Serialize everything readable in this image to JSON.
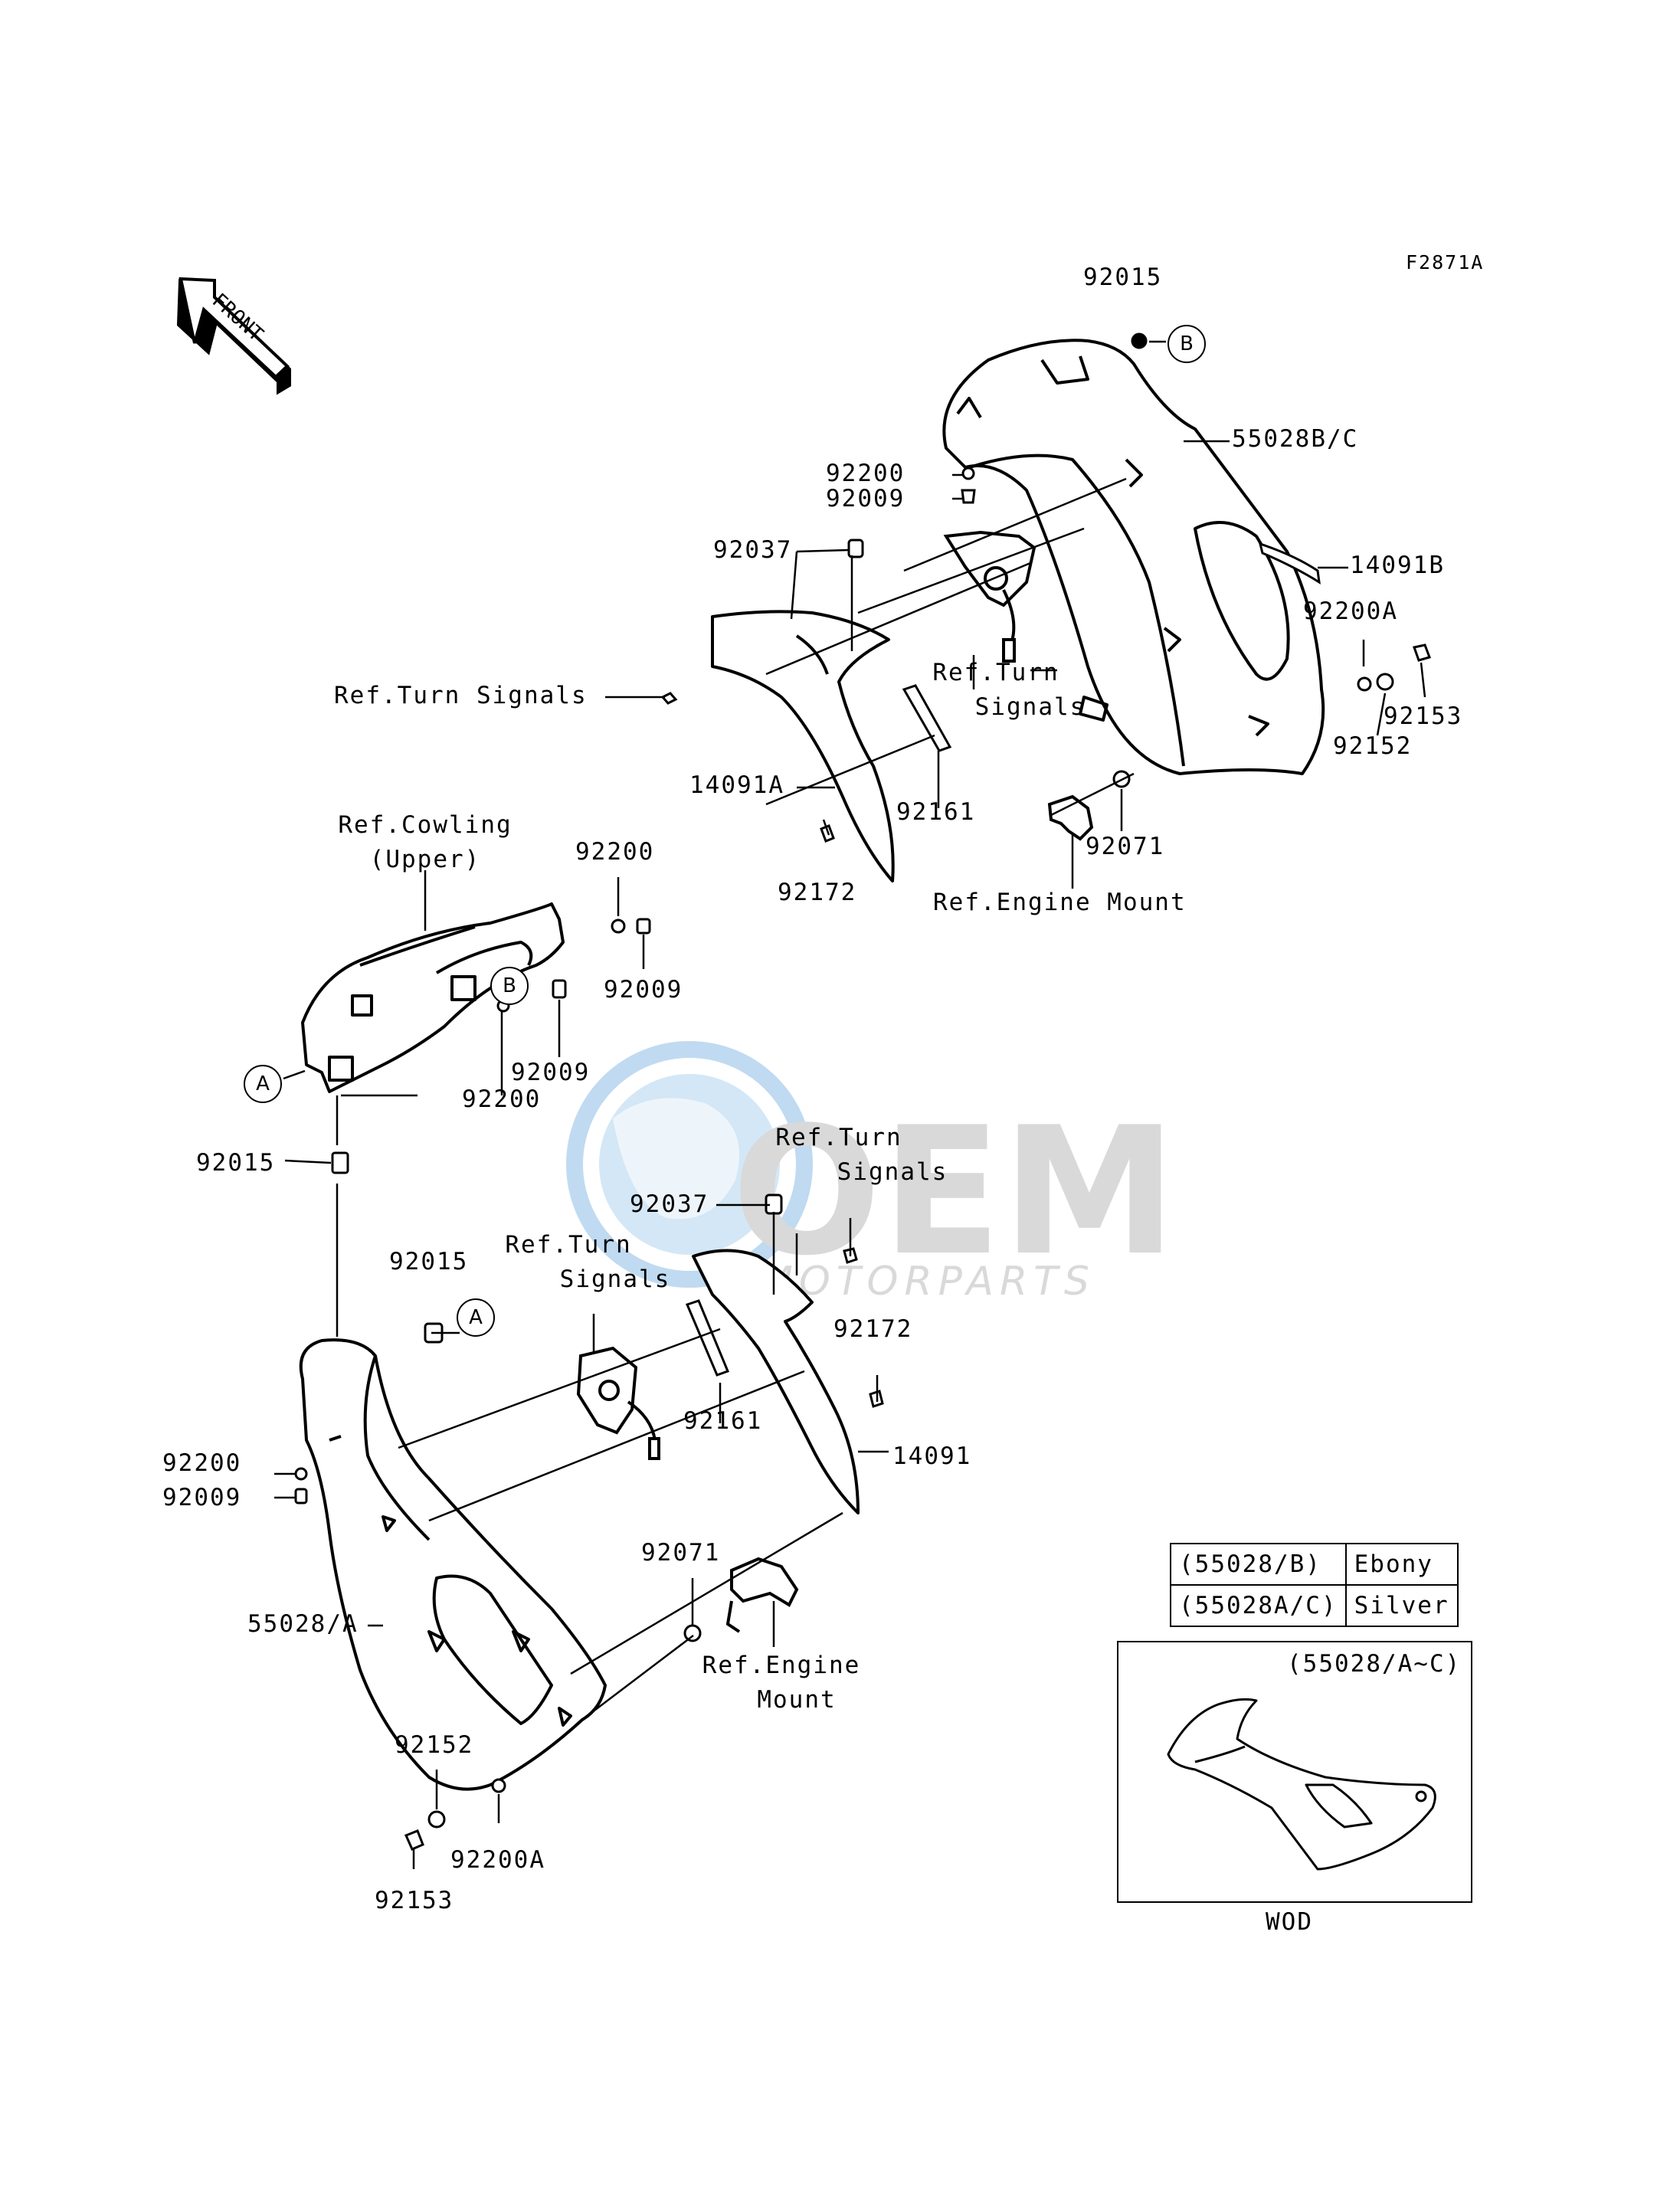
{
  "figure_code": "F2871A",
  "front_arrow_label": "FRONT",
  "callouts": {
    "p1": "92015",
    "p2": "55028B/C",
    "p3": "92200",
    "p4": "92009",
    "p5": "92037",
    "p6": "14091B",
    "p7": "92200A",
    "p8": "92153",
    "p9": "92152",
    "p10": "Ref.Turn Signals",
    "p11": "Ref.Turn",
    "p12": "Signals",
    "p13": "14091A",
    "p14": "92161",
    "p15": "92071",
    "p16": "92172",
    "p17": "Ref.Engine Mount",
    "p18": "Ref.Cowling",
    "p19": "(Upper)",
    "p20": "92200",
    "p21": "92009",
    "p22": "92009",
    "p23": "92200",
    "p24": "92015",
    "p25": "Ref.Turn",
    "p26": "Signals",
    "p27": "92037",
    "p28": "Ref.Turn",
    "p29": "Signals",
    "p30": "92015",
    "p31": "92172",
    "p32": "92161",
    "p33": "14091",
    "p34": "92200",
    "p35": "92009",
    "p36": "92071",
    "p37": "Ref.Engine",
    "p38": "Mount",
    "p39": "55028/A",
    "p40": "92152",
    "p41": "92200A",
    "p42": "92153"
  },
  "ref_circles": {
    "a": "A",
    "b": "B"
  },
  "color_table": [
    {
      "code": "(55028/B)",
      "color": "Ebony"
    },
    {
      "code": "(55028A/C)",
      "color": "Silver"
    }
  ],
  "inset": {
    "label": "(55028/A~C)",
    "caption": "WOD"
  },
  "watermark": {
    "letters": "OEM",
    "sub": "MOTORPARTS"
  }
}
